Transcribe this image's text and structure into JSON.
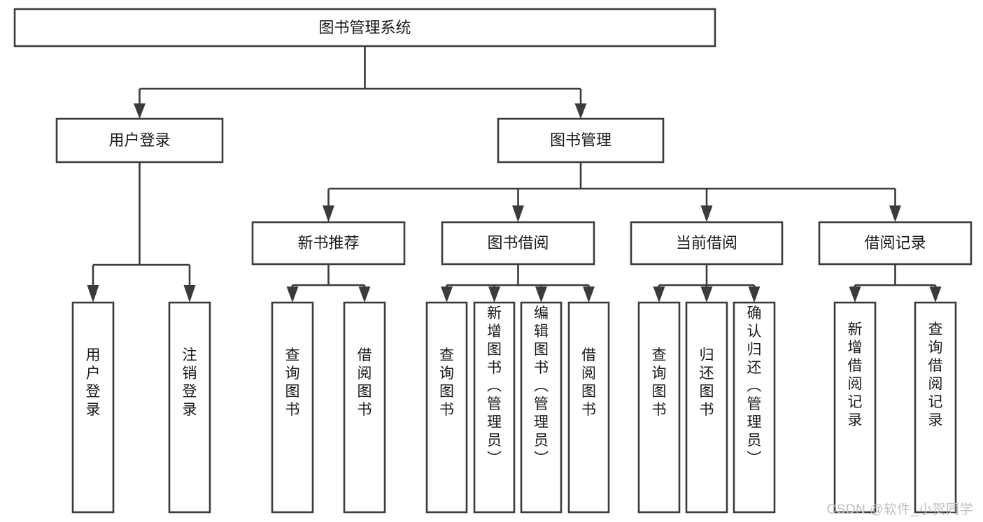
{
  "diagram": {
    "type": "tree-hierarchy-flowchart",
    "title": "图书管理系统",
    "orientation": "top-down",
    "watermark": "CSDN @软件_小贺同学",
    "style": {
      "box_fill": "#ffffff",
      "box_stroke": "#3b3b3b",
      "connector_color": "#3b3b3b",
      "text_color": "#1a1a1a",
      "background": "#ffffff",
      "watermark_color": "#bfbfbf"
    }
  },
  "chart_data": {
    "type": "tree",
    "title": "图书管理系统",
    "root": {
      "label": "图书管理系统",
      "children": [
        {
          "label": "用户登录",
          "children": [
            {
              "label": "用户登录",
              "children": []
            },
            {
              "label": "注销登录",
              "children": []
            }
          ]
        },
        {
          "label": "图书管理",
          "children": [
            {
              "label": "新书推荐",
              "children": [
                {
                  "label": "查询图书",
                  "children": []
                },
                {
                  "label": "借阅图书",
                  "children": []
                }
              ]
            },
            {
              "label": "图书借阅",
              "children": [
                {
                  "label": "查询图书",
                  "children": []
                },
                {
                  "label": "新增图书（管理员）",
                  "children": []
                },
                {
                  "label": "编辑图书（管理员）",
                  "children": []
                },
                {
                  "label": "借阅图书",
                  "children": []
                }
              ]
            },
            {
              "label": "当前借阅",
              "children": [
                {
                  "label": "查询图书",
                  "children": []
                },
                {
                  "label": "归还图书",
                  "children": []
                },
                {
                  "label": "确认归还（管理员）",
                  "children": []
                }
              ]
            },
            {
              "label": "借阅记录",
              "children": [
                {
                  "label": "新增借阅记录",
                  "children": []
                },
                {
                  "label": "查询借阅记录",
                  "children": []
                }
              ]
            }
          ]
        }
      ]
    }
  },
  "nodes": {
    "root": {
      "label": "图书管理系统"
    },
    "level2": [
      {
        "id": "user-login",
        "label": "用户登录"
      },
      {
        "id": "book-management",
        "label": "图书管理"
      }
    ],
    "level3": [
      {
        "id": "new-book-recommend",
        "label": "新书推荐"
      },
      {
        "id": "book-borrow",
        "label": "图书借阅"
      },
      {
        "id": "current-borrow",
        "label": "当前借阅"
      },
      {
        "id": "borrow-record",
        "label": "借阅记录"
      }
    ],
    "leaves": {
      "user_login": [
        {
          "id": "leaf-user-login",
          "label": "用户登录"
        },
        {
          "id": "leaf-logout",
          "label": "注销登录"
        }
      ],
      "new_book_recommend": [
        {
          "id": "leaf-query-book-1",
          "label": "查询图书"
        },
        {
          "id": "leaf-borrow-book-1",
          "label": "借阅图书"
        }
      ],
      "book_borrow": [
        {
          "id": "leaf-query-book-2",
          "label": "查询图书"
        },
        {
          "id": "leaf-add-book",
          "label": "新增图书（管理员）"
        },
        {
          "id": "leaf-edit-book",
          "label": "编辑图书（管理员）"
        },
        {
          "id": "leaf-borrow-book-2",
          "label": "借阅图书"
        }
      ],
      "current_borrow": [
        {
          "id": "leaf-query-book-3",
          "label": "查询图书"
        },
        {
          "id": "leaf-return-book",
          "label": "归还图书"
        },
        {
          "id": "leaf-confirm-return",
          "label": "确认归还（管理员）"
        }
      ],
      "borrow_record": [
        {
          "id": "leaf-add-record",
          "label": "新增借阅记录"
        },
        {
          "id": "leaf-query-record",
          "label": "查询借阅记录"
        }
      ]
    }
  }
}
